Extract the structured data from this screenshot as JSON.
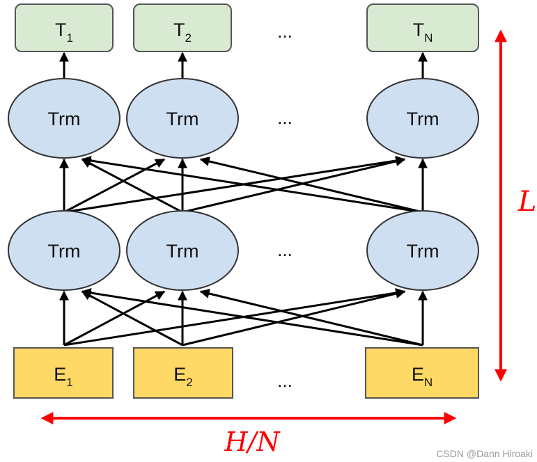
{
  "diagram": {
    "outputs": [
      {
        "base": "T",
        "sub": "1"
      },
      {
        "base": "T",
        "sub": "2"
      },
      {
        "base": "T",
        "sub": "N"
      }
    ],
    "embeddings": [
      {
        "base": "E",
        "sub": "1"
      },
      {
        "base": "E",
        "sub": "2"
      },
      {
        "base": "E",
        "sub": "N"
      }
    ],
    "node_label": "Trm",
    "ellipsis": "...",
    "depth_label": "L",
    "width_label": "H/N",
    "colors": {
      "output_fill": "#d9ead3",
      "output_stroke": "#555555",
      "node_fill": "#cfdff2",
      "node_stroke": "#333333",
      "embedding_fill": "#ffd966",
      "embedding_stroke": "#555555",
      "arrow": "#000000",
      "dimension_arrow": "#ff0000"
    }
  },
  "watermark": "CSDN @Dann Hiroaki"
}
